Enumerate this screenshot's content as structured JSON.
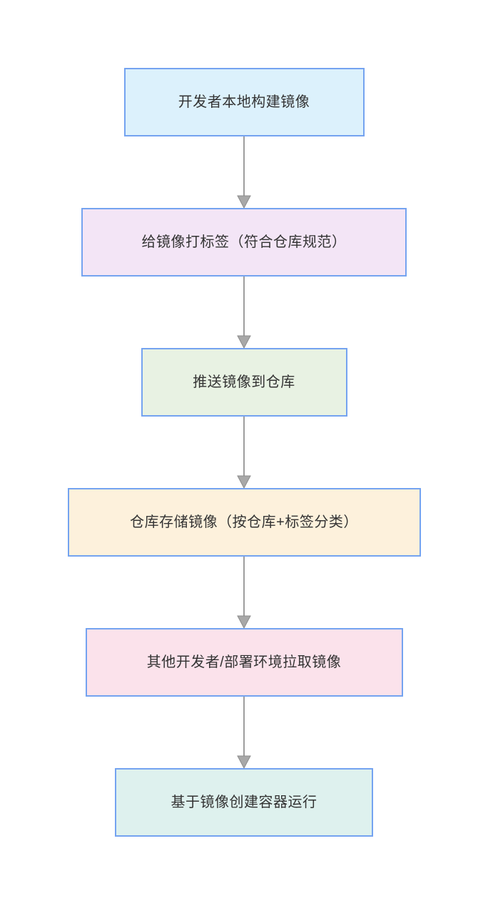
{
  "diagram": {
    "type": "flowchart",
    "direction": "top-down",
    "nodes": [
      {
        "id": "build-local",
        "label": "开发者本地构建镜像",
        "bg": "#dcf1fc",
        "border": "#74a3f0"
      },
      {
        "id": "tag-image",
        "label": "给镜像打标签（符合仓库规范）",
        "bg": "#f3e5f6",
        "border": "#74a3f0"
      },
      {
        "id": "push-image",
        "label": "推送镜像到仓库",
        "bg": "#e8f2e3",
        "border": "#74a3f0"
      },
      {
        "id": "store-image",
        "label": "仓库存储镜像（按仓库+标签分类）",
        "bg": "#fdf1dc",
        "border": "#74a3f0"
      },
      {
        "id": "pull-image",
        "label": "其他开发者/部署环境拉取镜像",
        "bg": "#fbe2eb",
        "border": "#74a3f0"
      },
      {
        "id": "run-container",
        "label": "基于镜像创建容器运行",
        "bg": "#def1ee",
        "border": "#74a3f0"
      }
    ],
    "edges": [
      {
        "from": "build-local",
        "to": "tag-image"
      },
      {
        "from": "tag-image",
        "to": "push-image"
      },
      {
        "from": "push-image",
        "to": "store-image"
      },
      {
        "from": "store-image",
        "to": "pull-image"
      },
      {
        "from": "pull-image",
        "to": "run-container"
      }
    ],
    "arrow": {
      "line_color": "#9d9d9d",
      "head_fill": "#a8a8a8",
      "head_stroke": "#8c8c8c"
    },
    "text_color": "#333333"
  }
}
